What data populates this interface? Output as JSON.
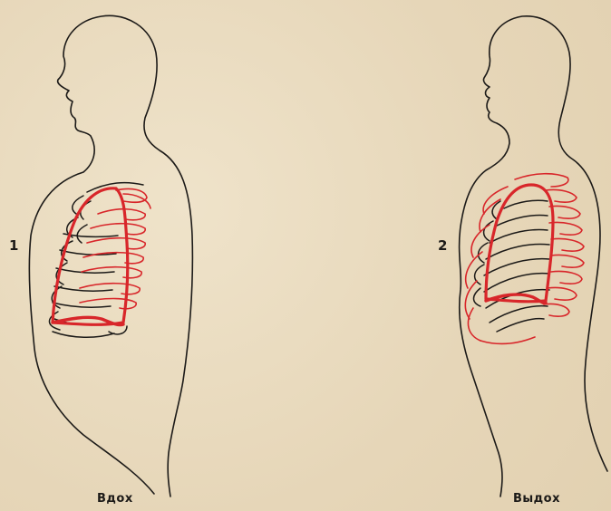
{
  "figure1": {
    "number": "1",
    "caption": "Вдох"
  },
  "figure2": {
    "number": "2",
    "caption": "Выдох"
  },
  "colors": {
    "outline": "#1c1a18",
    "lung_red": "#d8262a",
    "paper": "#eadcc0"
  }
}
